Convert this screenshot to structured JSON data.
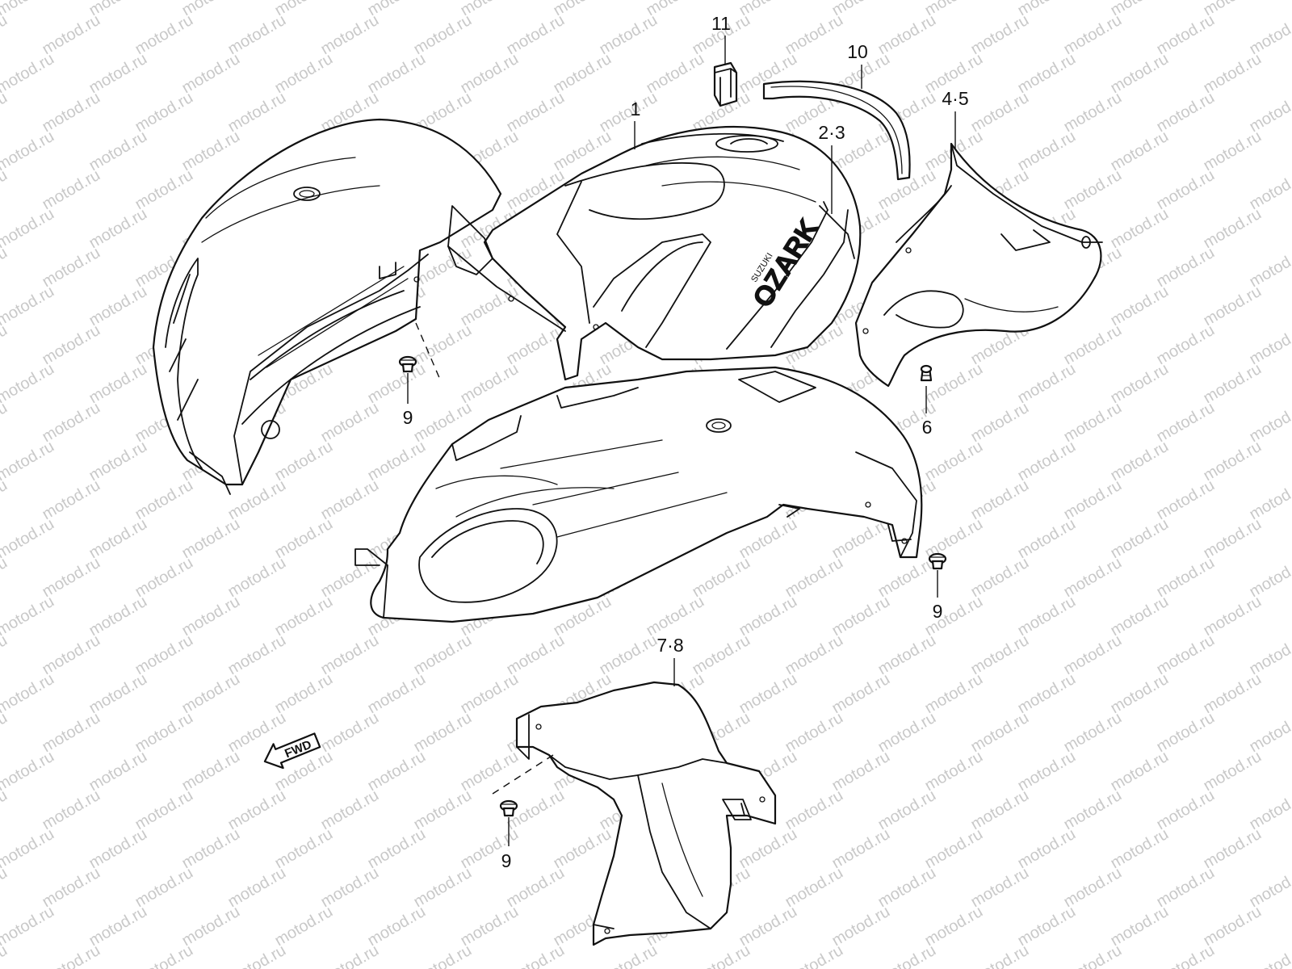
{
  "watermark": "motod.ru",
  "callouts": {
    "c1": "1",
    "c23": "2·3",
    "c45": "4·5",
    "c6": "6",
    "c78": "7·8",
    "c9a": "9",
    "c9b": "9",
    "c9c": "9",
    "c10": "10",
    "c11": "11"
  },
  "fwd_label": "FWD",
  "emblem": {
    "brand": "SUZUKI",
    "model": "OZARK"
  },
  "colors": {
    "line": "#111111",
    "background": "#ffffff",
    "watermark": "#c9c9c9"
  }
}
